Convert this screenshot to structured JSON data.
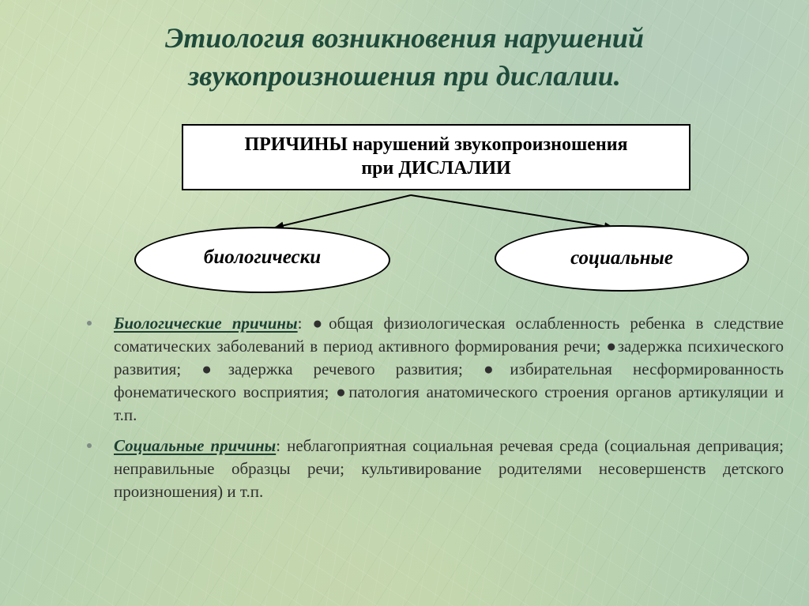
{
  "title": {
    "line1": "Этиология возникновения нарушений",
    "line2": "звукопроизношения при дислалии."
  },
  "diagram": {
    "root": {
      "line1": "ПРИЧИНЫ нарушений звукопроизношения",
      "line2": "при ДИСЛАЛИИ"
    },
    "branches": [
      "биологически",
      "социальные"
    ]
  },
  "bullets": [
    {
      "heading": "Биологические причины",
      "text": ": ●общая физиологическая ослабленность ребенка в следствие соматических заболеваний в период активного формирования речи; ●задержка психического развития; ●задержка речевого развития; ●избирательная несформированность фонематического восприятия; ●патология анатомического строения органов артикуляции и т.п."
    },
    {
      "heading": "Социальные причины",
      "text": ": неблагоприятная социальная речевая среда (социальная депривация; неправильные образцы речи; культивирование родителями несовершенств детского произношения) и т.п."
    }
  ],
  "colors": {
    "title": "#1f4a3b",
    "heading": "#1d3f33",
    "body_text": "#2f2f2f",
    "bullet": "#7f8c85"
  }
}
